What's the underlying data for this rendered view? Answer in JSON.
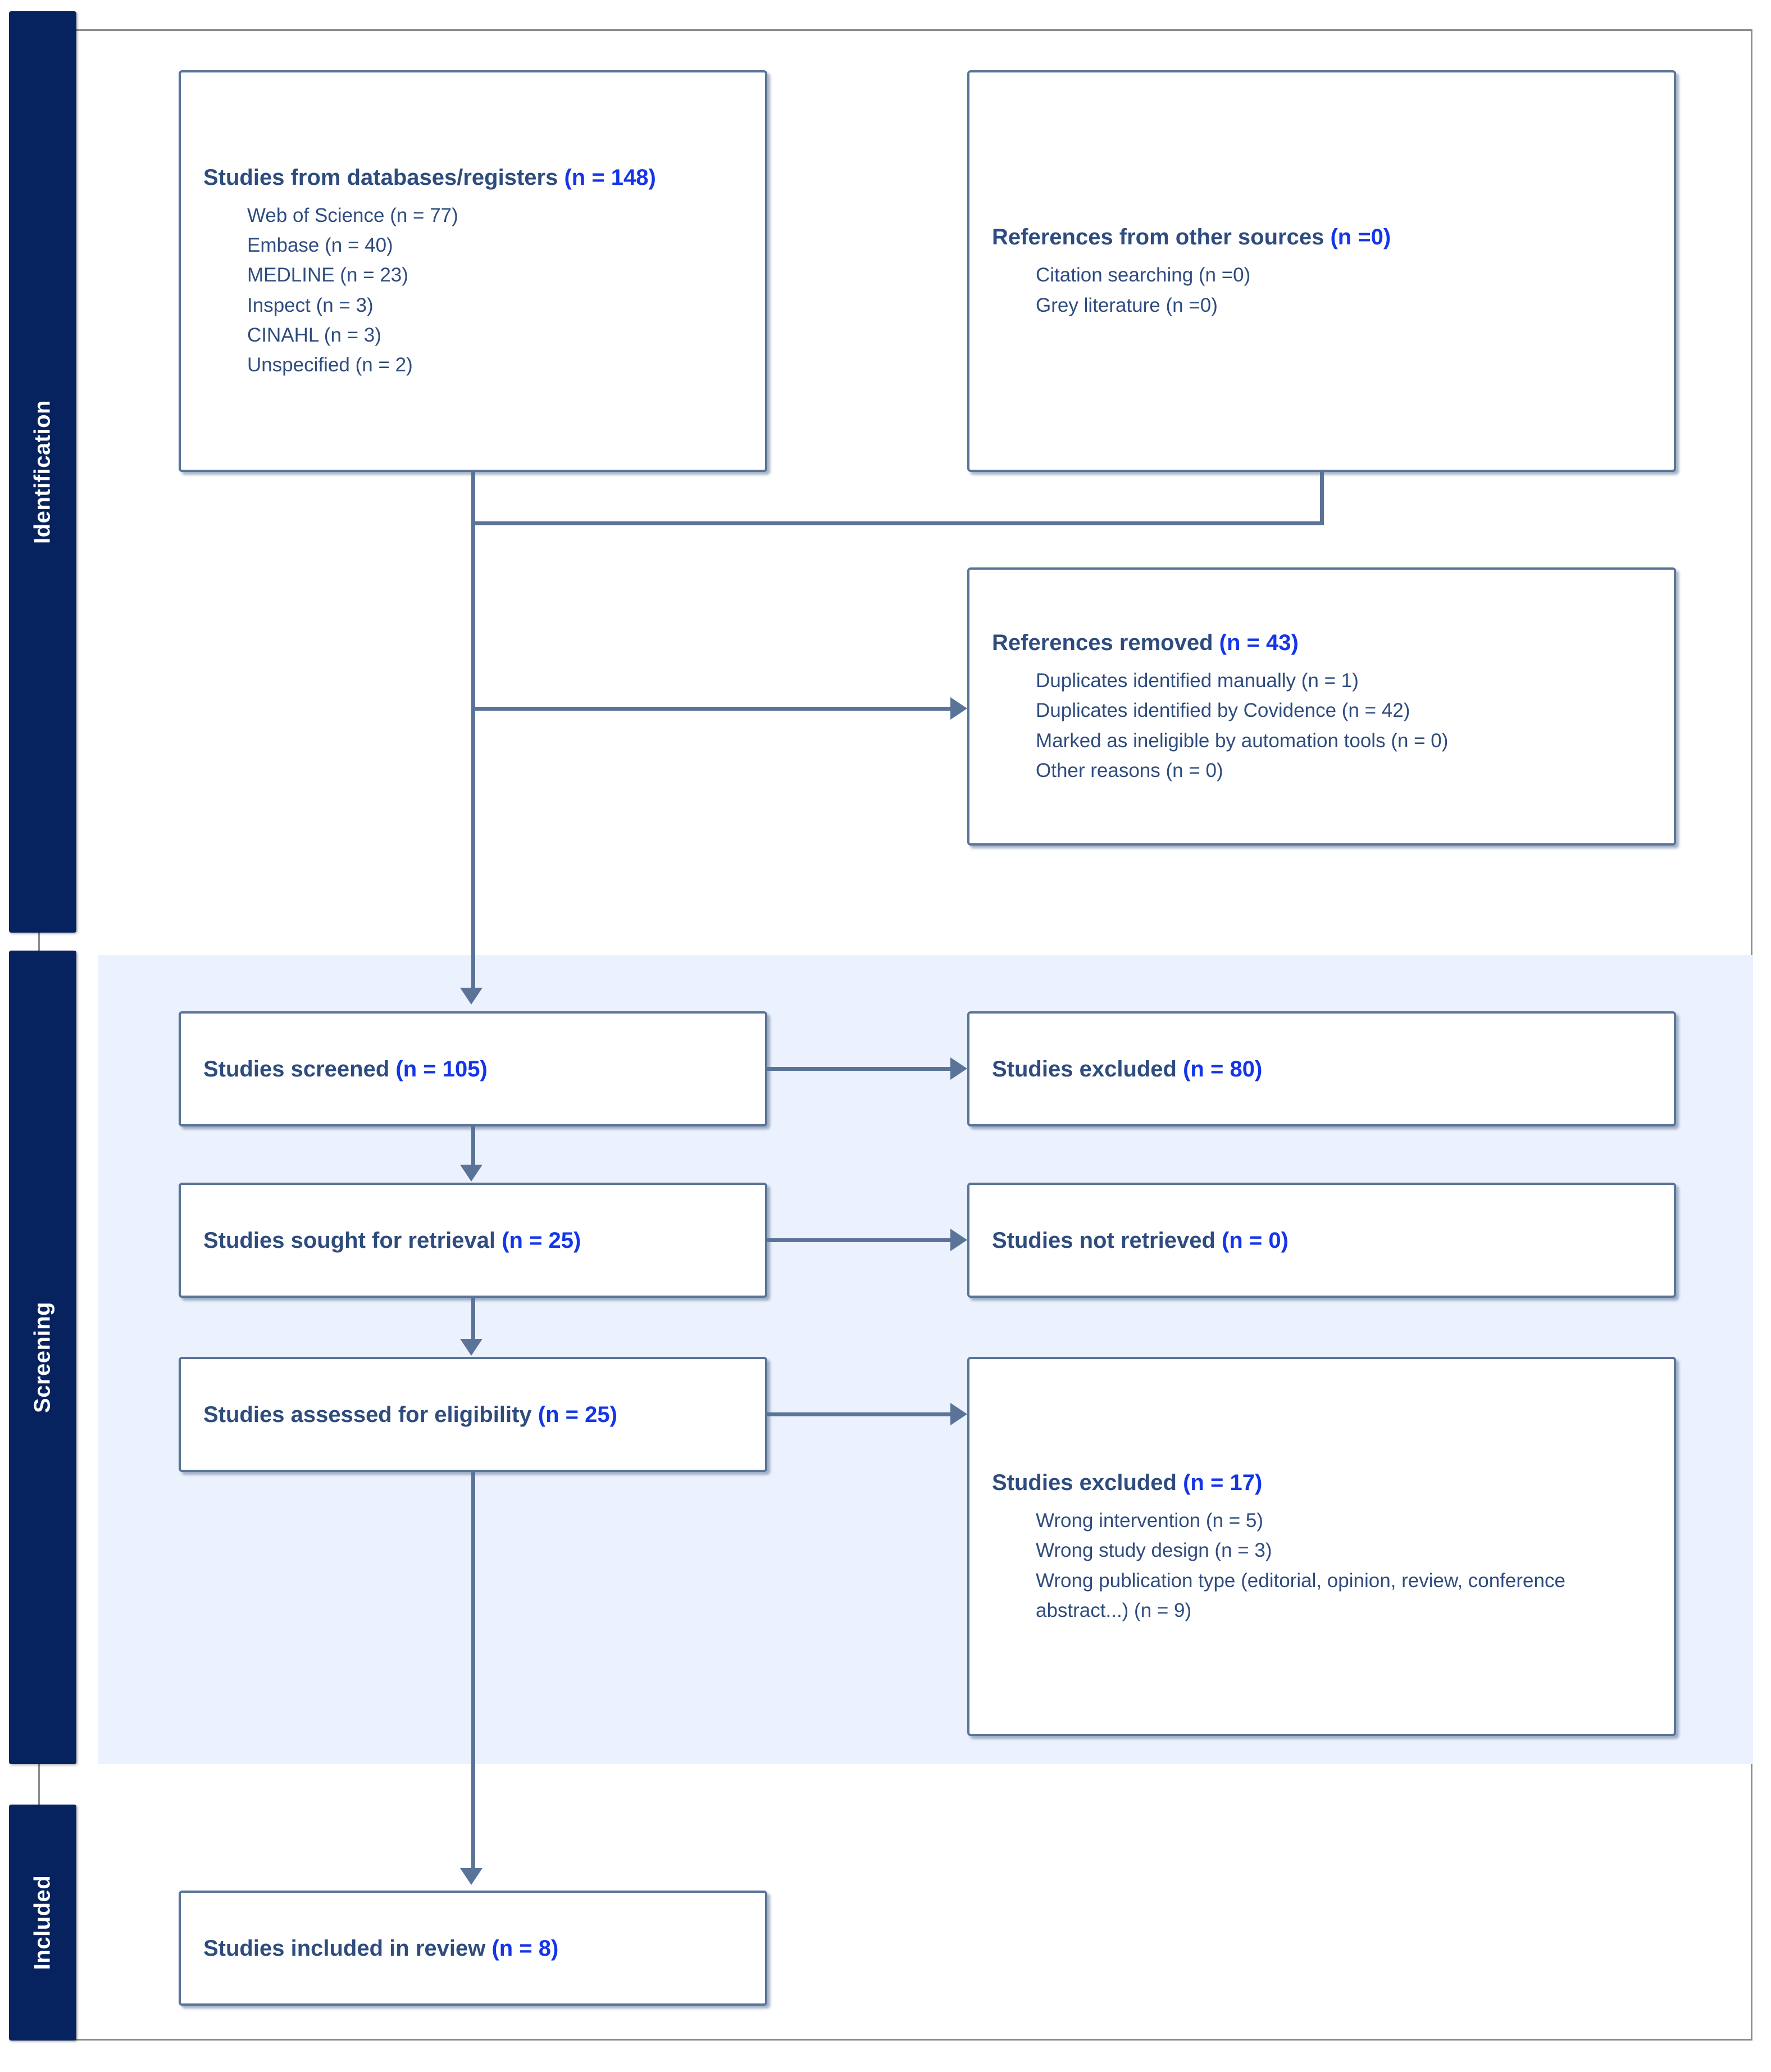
{
  "diagram": {
    "title": "PRISMA flow diagram",
    "colors": {
      "rail_navy": "#062360",
      "band_light_blue": "#ecf2fd",
      "box_border": "#5a7398",
      "text_navy": "#2e4c7e",
      "count_blue": "#1435e8"
    }
  },
  "stages": [
    {
      "id": "identification",
      "label": "Identification"
    },
    {
      "id": "screening",
      "label": "Screening"
    },
    {
      "id": "included",
      "label": "Included"
    }
  ],
  "boxes": {
    "databases": {
      "title": "Studies from databases/registers ",
      "count": "(n = 148)",
      "items": [
        "Web of Science (n = 77)",
        "Embase (n = 40)",
        "MEDLINE (n = 23)",
        "Inspect (n = 3)",
        "CINAHL (n = 3)",
        "Unspecified (n = 2)"
      ]
    },
    "other_sources": {
      "title": "References from other sources ",
      "count": "(n =0)",
      "items": [
        "Citation searching (n =0)",
        "Grey literature (n =0)"
      ]
    },
    "references_removed": {
      "title": "References removed ",
      "count": "(n = 43)",
      "items": [
        "Duplicates identified manually (n = 1)",
        "Duplicates identified by Covidence (n = 42)",
        "Marked as ineligible by automation tools (n = 0)",
        "Other reasons (n = 0)"
      ]
    },
    "screened": {
      "title": "Studies screened ",
      "count": "(n = 105)"
    },
    "excluded_screened": {
      "title": "Studies excluded  ",
      "count": "(n = 80)"
    },
    "sought_retrieval": {
      "title": "Studies sought for retrieval ",
      "count": "(n = 25)"
    },
    "not_retrieved": {
      "title": "Studies not retrieved ",
      "count": "(n = 0)"
    },
    "assessed_eligibility": {
      "title": "Studies assessed for eligibility  ",
      "count": "(n = 25)"
    },
    "excluded_eligibility": {
      "title": "Studies excluded  ",
      "count": "(n = 17)",
      "items": [
        "Wrong intervention (n = 5)",
        "Wrong study design (n = 3)",
        "Wrong publication type (editorial, opinion, review, conference abstract...) (n = 9)"
      ]
    },
    "included_review": {
      "title": "Studies included  in review ",
      "count": "(n = 8)"
    }
  }
}
